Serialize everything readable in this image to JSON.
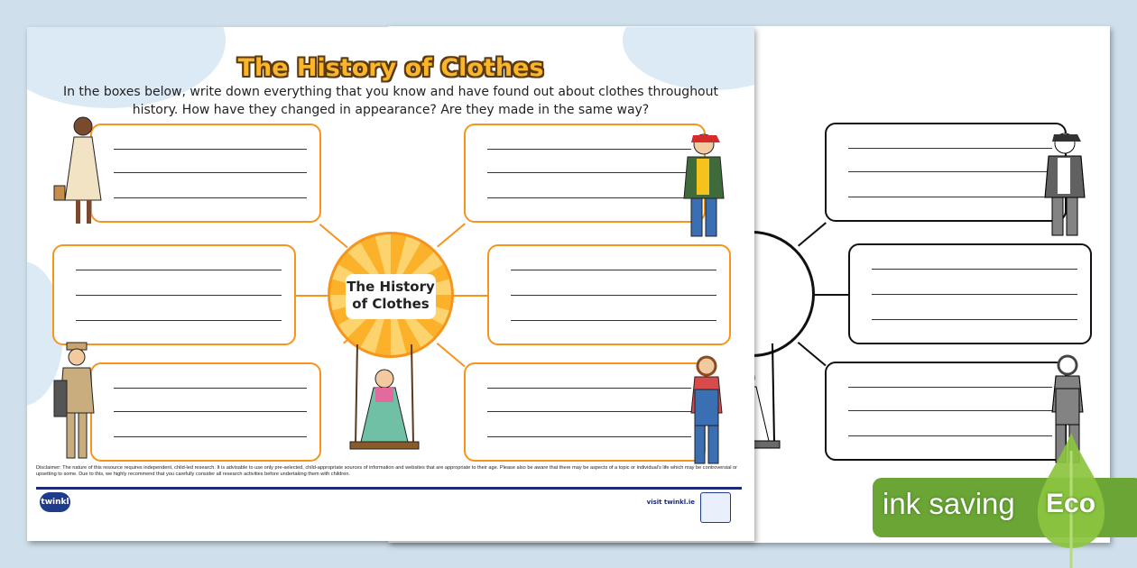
{
  "worksheet": {
    "title": "The History of Clothes",
    "instructions_line1": "In the boxes below, write down everything that you know and have found out about clothes throughout",
    "instructions_line2": "history. How have they changed in appearance? Are they made in the same way?",
    "center_label_line1": "The History",
    "center_label_line2": "of Clothes",
    "disclaimer": "Disclaimer: The nature of this resource requires independent, child-led research. It is advisable to use only pre-selected, child-appropriate sources of information and websites that are appropriate to their age. Please also be aware that there may be aspects of a topic or individual's life which may be controversial or upsetting to some. Due to this, we highly recommend that you carefully consider all research activities before undertaking them with children.",
    "logo": "twinkl",
    "visit_link": "visit twinkl.ie",
    "accent_color": "#f7941d"
  },
  "eco_badge": {
    "label": "ink saving",
    "leaf_label": "Eco",
    "color": "#6aa536"
  }
}
